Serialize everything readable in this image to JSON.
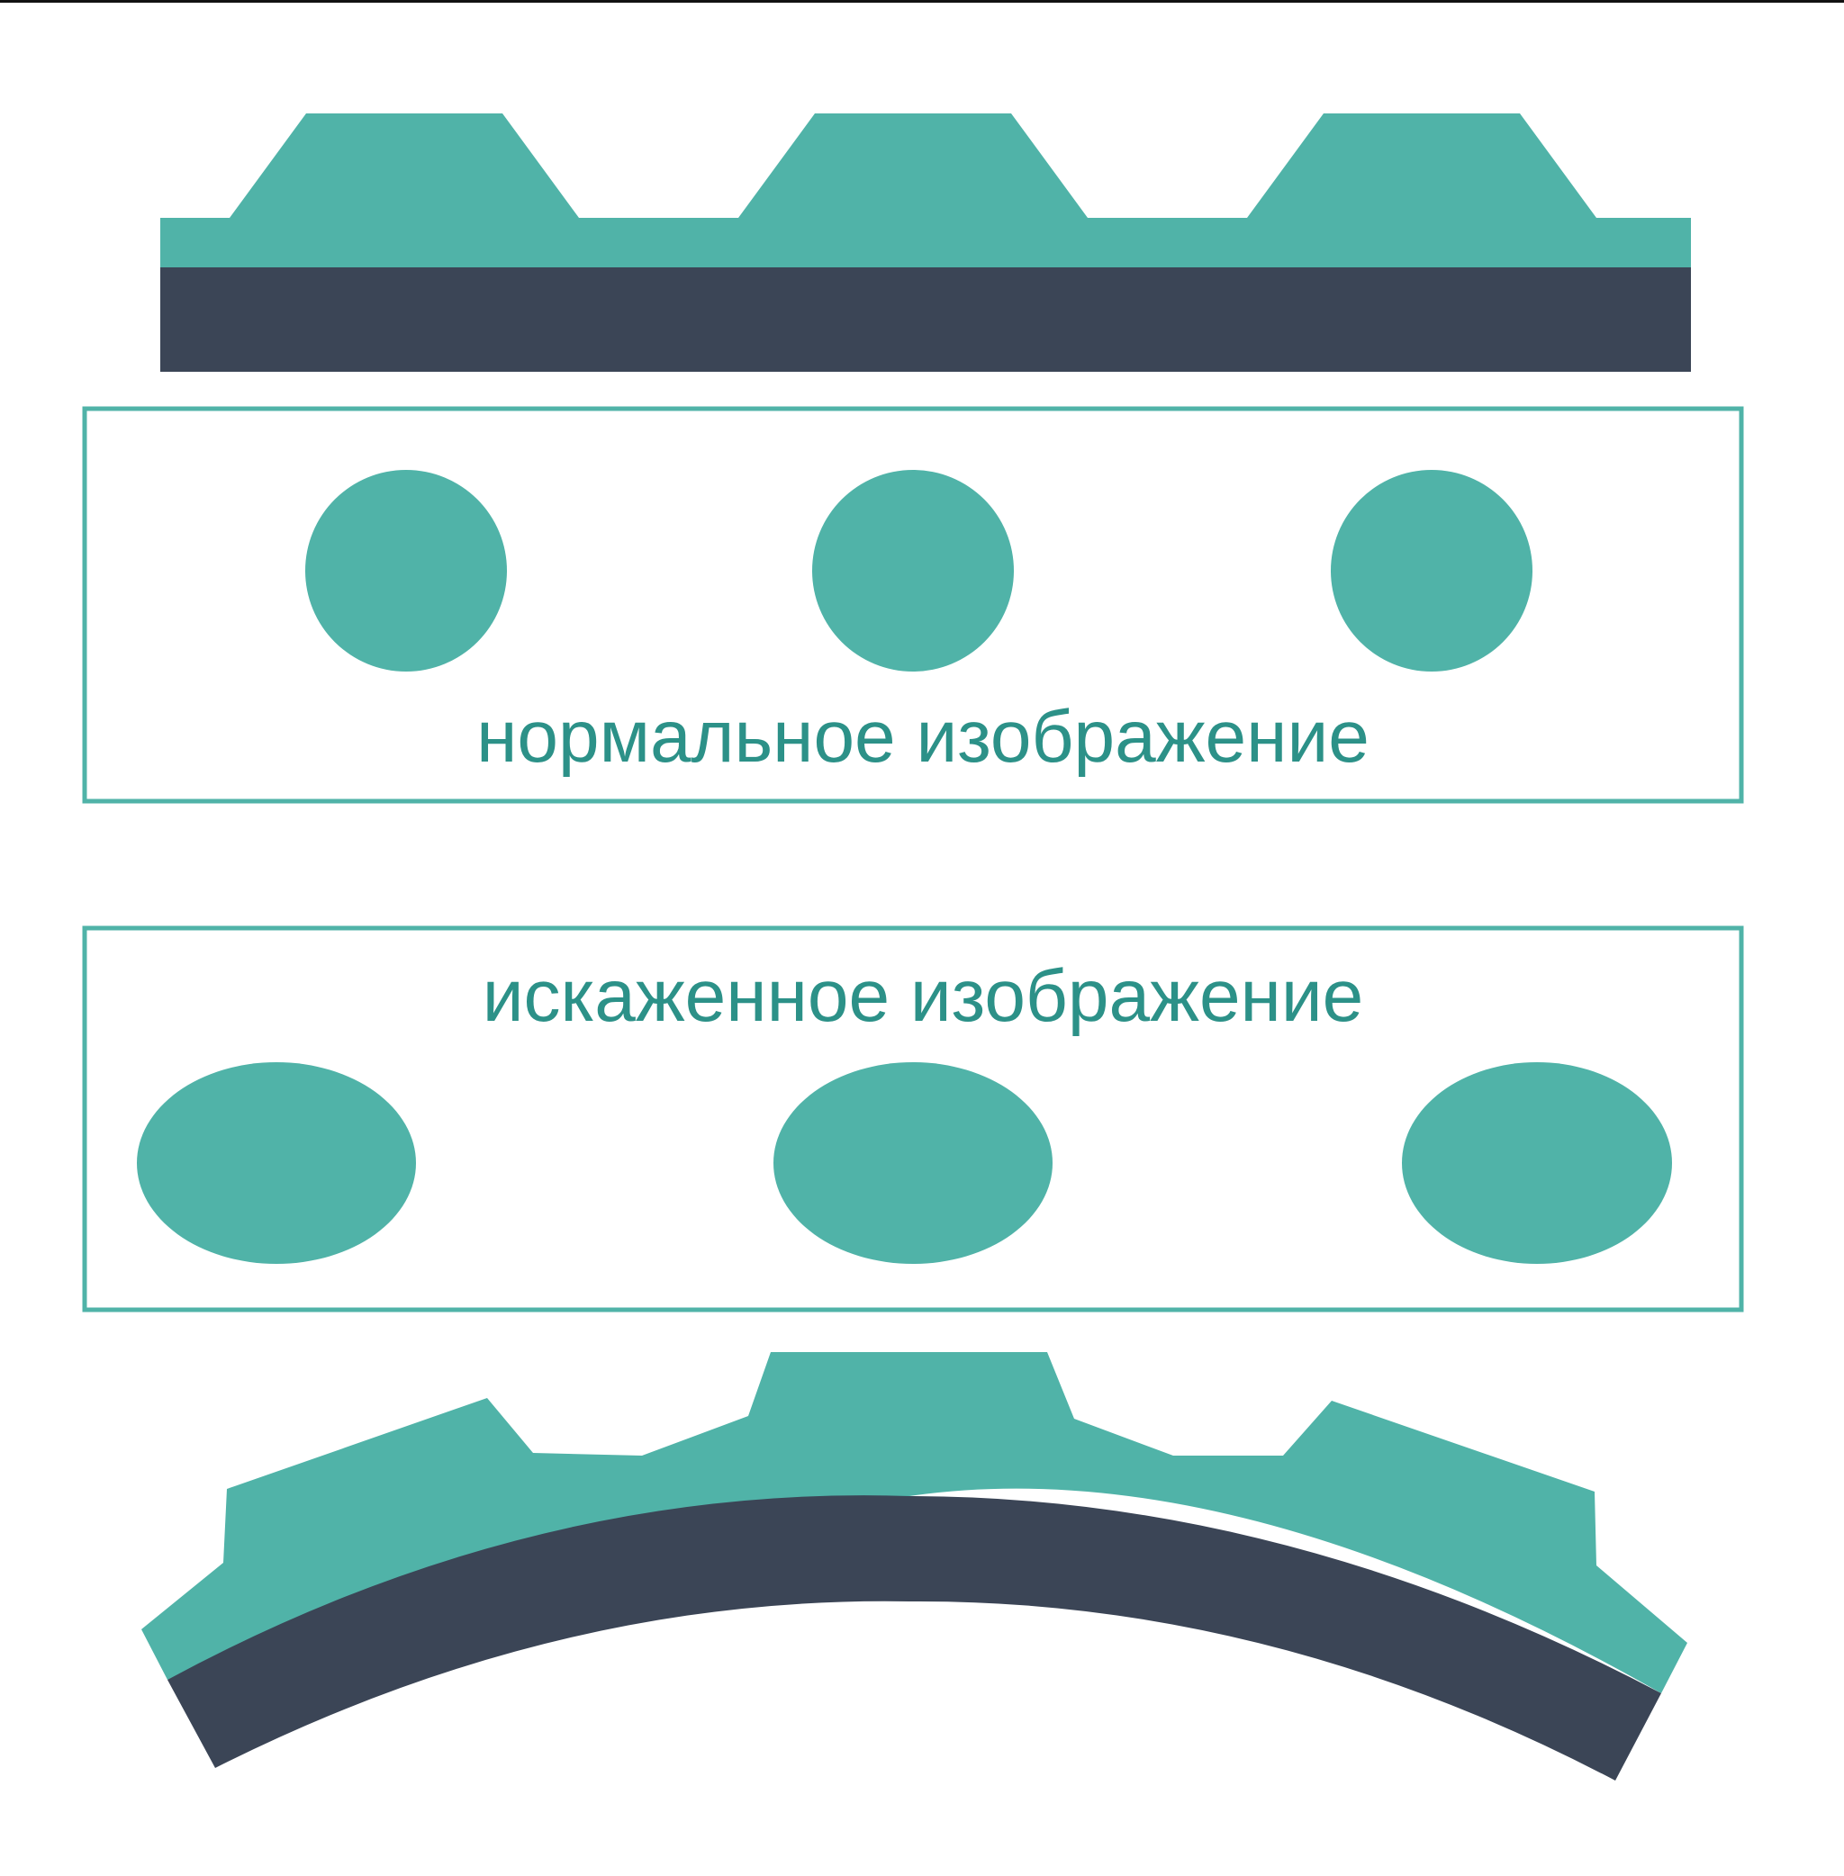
{
  "colors": {
    "teal": "#50b3a8",
    "dark": "#3b4556",
    "text_teal": "#2c9188",
    "frame": "#50b3a8",
    "background": "#ffffff"
  },
  "normal_panel": {
    "label": "нормальное изображение",
    "shape": "circle",
    "count": 3
  },
  "distorted_panel": {
    "label": "искаженное изображение",
    "shape": "ellipse",
    "count": 3
  }
}
